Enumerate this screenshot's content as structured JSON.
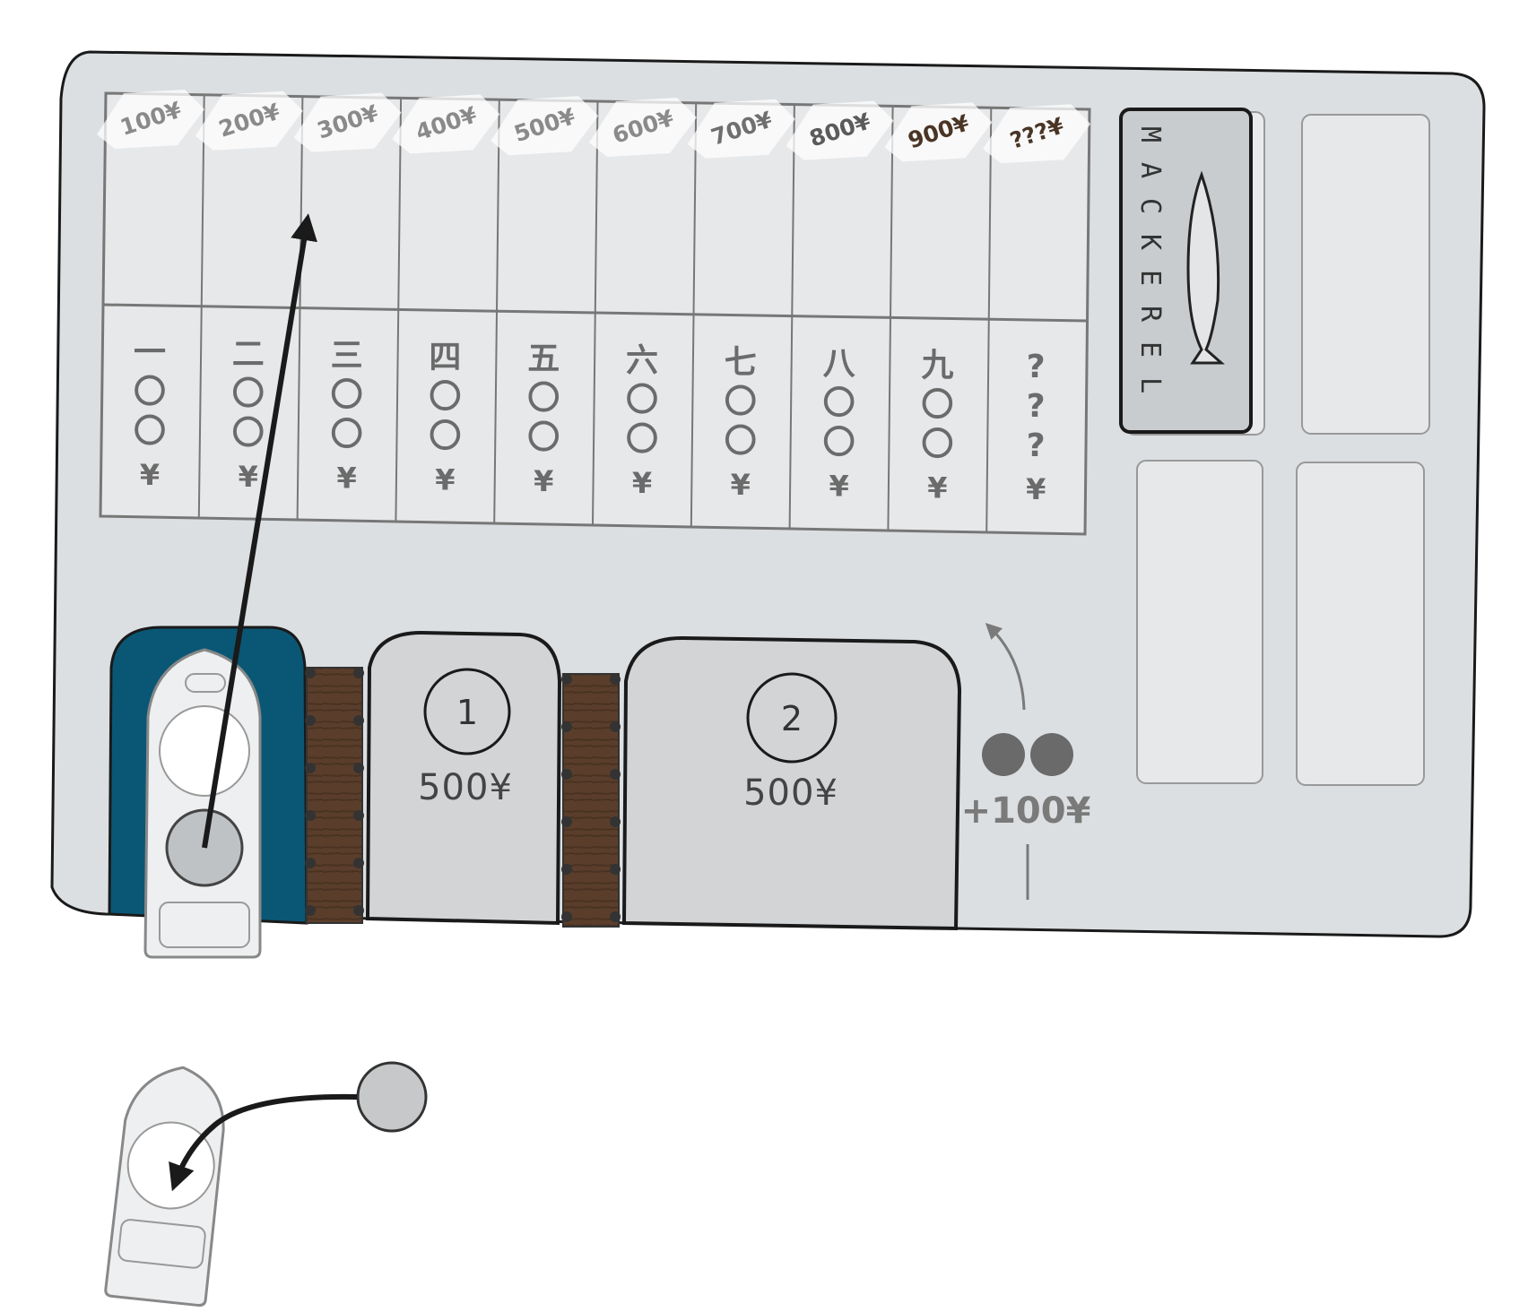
{
  "board": {
    "price_row": [
      "100¥",
      "200¥",
      "300¥",
      "400¥",
      "500¥",
      "600¥",
      "700¥",
      "800¥",
      "900¥",
      "???¥"
    ],
    "price_colors": [
      "#8a8a8a",
      "#8a8a8a",
      "#8a8a8a",
      "#8a8a8a",
      "#8a8a8a",
      "#8a8a8a",
      "#6f6f6f",
      "#5b5b5b",
      "#4a3525",
      "#4a3525"
    ],
    "kanji_columns": [
      [
        "一",
        "〇",
        "〇",
        "¥"
      ],
      [
        "二",
        "〇",
        "〇",
        "¥"
      ],
      [
        "三",
        "〇",
        "〇",
        "¥"
      ],
      [
        "四",
        "〇",
        "〇",
        "¥"
      ],
      [
        "五",
        "〇",
        "〇",
        "¥"
      ],
      [
        "六",
        "〇",
        "〇",
        "¥"
      ],
      [
        "七",
        "〇",
        "〇",
        "¥"
      ],
      [
        "八",
        "〇",
        "〇",
        "¥"
      ],
      [
        "九",
        "〇",
        "〇",
        "¥"
      ],
      [
        "?",
        "?",
        "?",
        "¥"
      ]
    ],
    "fish_card": {
      "letters": [
        "M",
        "A",
        "C",
        "K",
        "E",
        "R",
        "E",
        "L"
      ],
      "icon": "mackerel-fish-icon"
    },
    "docks": [
      {
        "number": "1",
        "price": "500¥"
      },
      {
        "number": "2",
        "price": "500¥"
      }
    ],
    "bonus": {
      "label": "+100¥",
      "tokens": 2
    }
  },
  "colors": {
    "board": "#dcdfe1",
    "harbor_blue": "#0a5775",
    "wood": "#5a3e2b",
    "dock_fill": "#d2d4d6",
    "arrow": "#1a1a1a"
  }
}
